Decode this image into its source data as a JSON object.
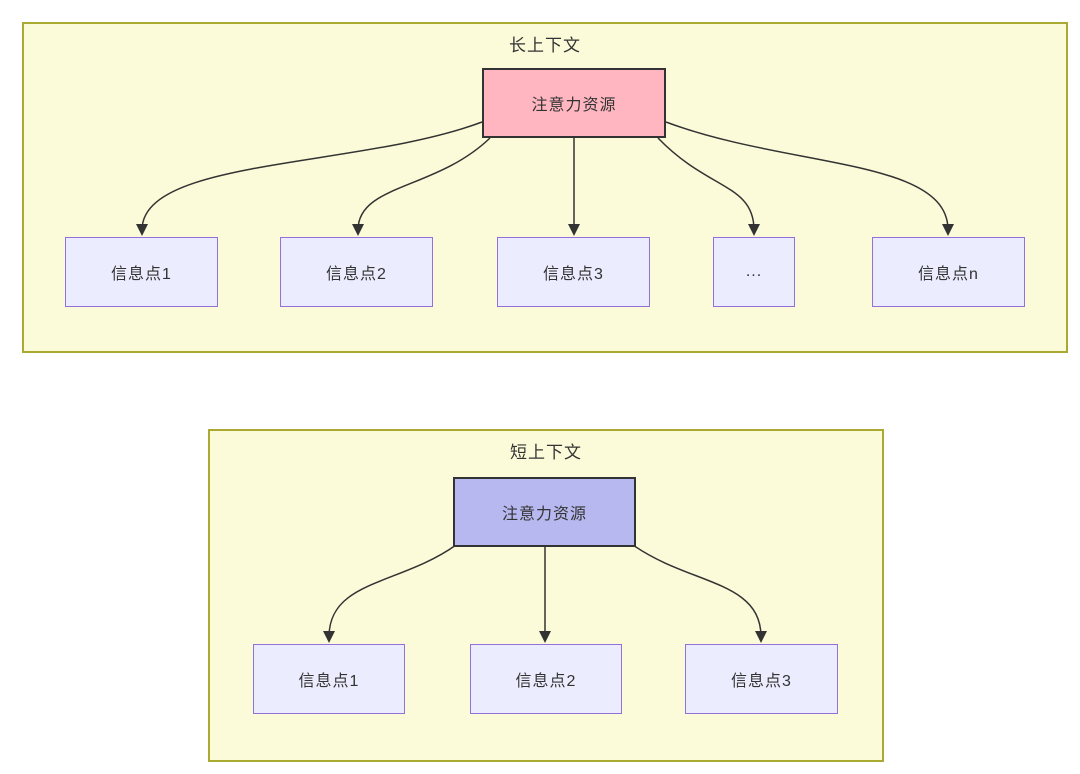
{
  "colors": {
    "group_fill": "#fbfbd9",
    "group_border": "#aaaa33",
    "info_fill": "#ececff",
    "info_border": "#9370db",
    "attention_long_fill": "#ffb6c1",
    "attention_short_fill": "#b8b8f0",
    "attention_border": "#333333",
    "edge": "#333333",
    "text": "#333333"
  },
  "diagrams": [
    {
      "title": "长上下文",
      "attention_label": "注意力资源",
      "children": [
        "信息点1",
        "信息点2",
        "信息点3",
        "...",
        "信息点n"
      ]
    },
    {
      "title": "短上下文",
      "attention_label": "注意力资源",
      "children": [
        "信息点1",
        "信息点2",
        "信息点3"
      ]
    }
  ]
}
